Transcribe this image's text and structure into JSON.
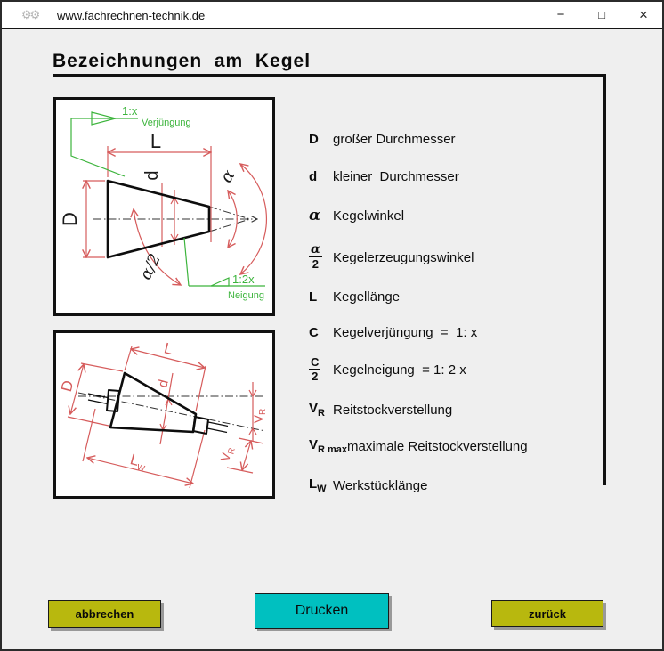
{
  "window": {
    "title": "www.fachrechnen-technik.de",
    "controls": {
      "minimize": "−",
      "maximize": "□",
      "close": "×"
    }
  },
  "page": {
    "heading": "Bezeichnungen  am  Kegel"
  },
  "diagram1": {
    "length": "L",
    "large_diameter": "D",
    "small_diameter": "d",
    "angle": "α",
    "half_angle": "α/2",
    "taper_ratio": "1:x",
    "taper_word": "Verjüngung",
    "slope_ratio": "1:2x",
    "slope_word": "Neigung"
  },
  "diagram2": {
    "length": "L",
    "large_diameter": "D",
    "small_diameter": "d",
    "workpiece_length_base": "L",
    "workpiece_length_sub": "w",
    "offset_base": "V",
    "offset_sub": "R"
  },
  "definitions": [
    {
      "symbol": {
        "base": "D"
      },
      "text": "großer Durchmesser"
    },
    {
      "symbol": {
        "base": "d"
      },
      "text": "kleiner  Durchmesser"
    },
    {
      "symbol": {
        "base": "α"
      },
      "text": "Kegelwinkel"
    },
    {
      "symbol": {
        "num": "α",
        "den": "2"
      },
      "text": "Kegelerzeugungswinkel"
    },
    {
      "symbol": {
        "base": "L"
      },
      "text": "Kegellänge"
    },
    {
      "symbol": {
        "base": "C"
      },
      "text": "Kegelverjüngung  =  1: x"
    },
    {
      "symbol": {
        "num": "C",
        "den": "2"
      },
      "text": "Kegelneigung  = 1: 2 x"
    },
    {
      "symbol": {
        "base": "V",
        "sub": "R"
      },
      "text": "Reitstockverstellung"
    },
    {
      "symbol": {
        "base": "V",
        "sub": "R max"
      },
      "text": "maximale Reitstockverstellung"
    },
    {
      "symbol": {
        "base": "L",
        "sub": "W"
      },
      "text": "Werkstücklänge"
    }
  ],
  "buttons": {
    "cancel": "abbrechen",
    "print": "Drucken",
    "back": "zurück"
  },
  "colors": {
    "dimension_red": "#d65c5c",
    "annotation_green": "#3cb43c",
    "button_olive": "#b8b80e",
    "button_cyan": "#00c0c0",
    "background": "#efefef"
  }
}
